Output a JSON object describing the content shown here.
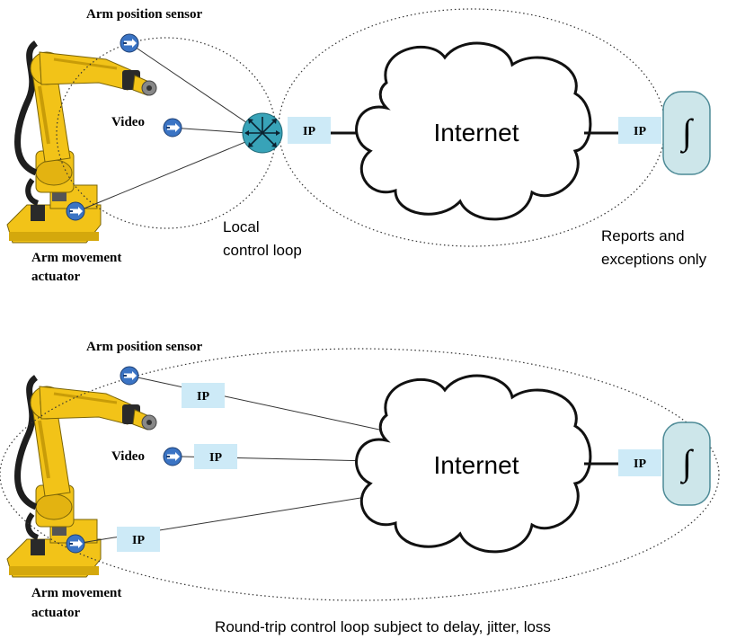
{
  "top": {
    "labels": {
      "arm_position_sensor": "Arm position sensor",
      "video": "Video",
      "arm_movement_actuator_1": "Arm movement",
      "arm_movement_actuator_2": "actuator",
      "local_control_loop_1": "Local",
      "local_control_loop_2": "control loop",
      "reports_1": "Reports and",
      "reports_2": "exceptions only",
      "internet": "Internet",
      "ip_left": "IP",
      "ip_right": "IP",
      "controller_symbol": "∫"
    }
  },
  "bottom": {
    "labels": {
      "arm_position_sensor": "Arm position sensor",
      "video": "Video",
      "arm_movement_actuator_1": "Arm movement",
      "arm_movement_actuator_2": "actuator",
      "internet": "Internet",
      "ip_sensor": "IP",
      "ip_video": "IP",
      "ip_actuator": "IP",
      "ip_right": "IP",
      "controller_symbol": "∫",
      "caption": "Round-trip control loop subject to delay, jitter, loss"
    }
  },
  "colors": {
    "robot_yellow": "#f2c318",
    "robot_dark": "#222222",
    "node_blue": "#3b74c4",
    "router_teal": "#38a3b8",
    "ip_box": "#cdeaf7",
    "controller_fill": "#cde6ea",
    "controller_stroke": "#4d8a96"
  },
  "icons": [
    "robot-arm-icon",
    "sensor-node-icon",
    "router-icon",
    "cloud-icon",
    "integral-controller-icon"
  ]
}
